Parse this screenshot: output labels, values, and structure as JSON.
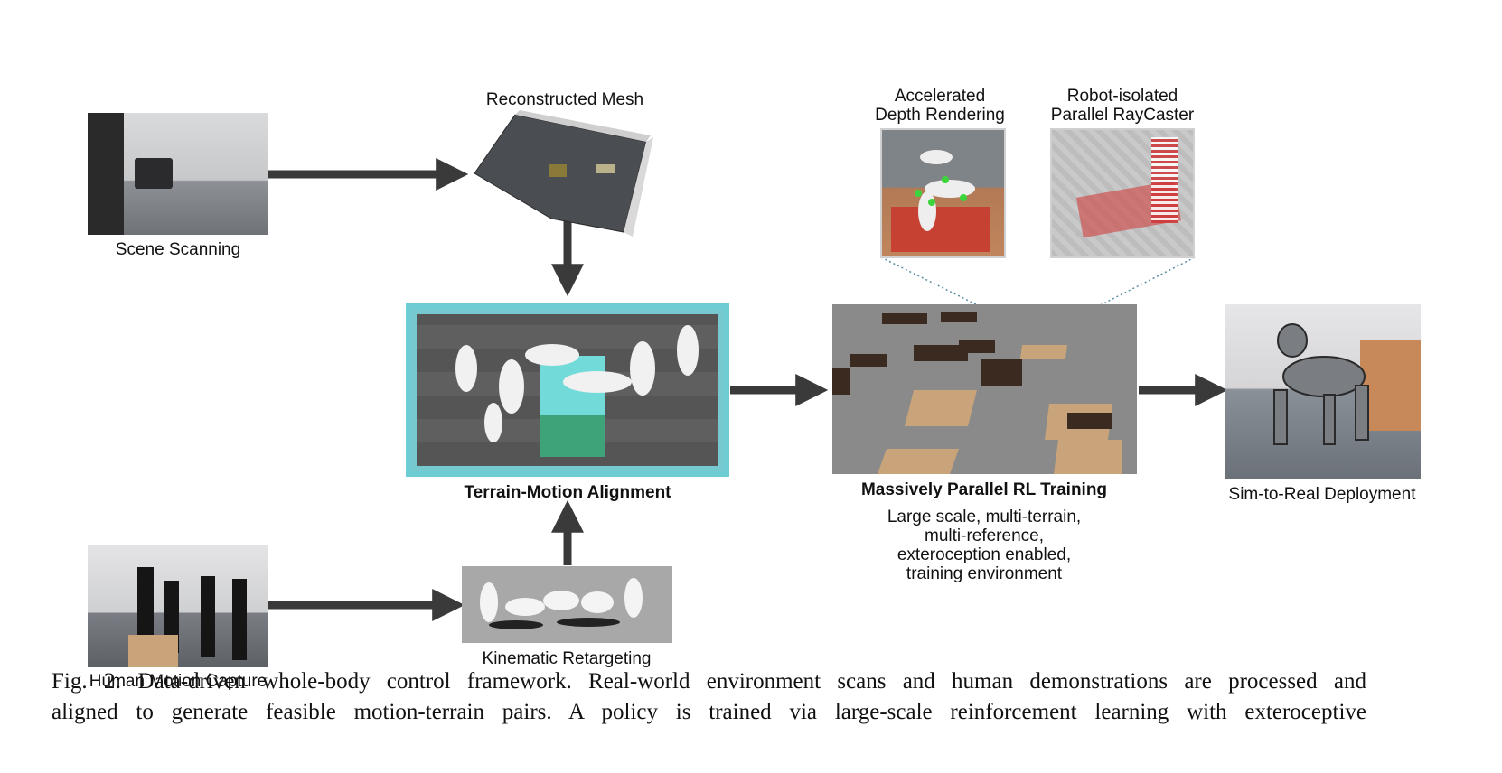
{
  "labels": {
    "scene_scanning": "Scene Scanning",
    "reconstructed_mesh": "Reconstructed Mesh",
    "accelerated_depth_line1": "Accelerated",
    "accelerated_depth_line2": "Depth Rendering",
    "robot_isolated_line1": "Robot-isolated",
    "robot_isolated_line2": "Parallel RayCaster",
    "terrain_motion_alignment": "Terrain-Motion Alignment",
    "massively_parallel": "Massively Parallel RL Training",
    "rl_desc_line1": "Large scale, multi-terrain,",
    "rl_desc_line2": "multi-reference,",
    "rl_desc_line3": "exteroception enabled,",
    "rl_desc_line4": "training environment",
    "sim_to_real": "Sim-to-Real Deployment",
    "human_motion_capture": "Human Motion Capture",
    "kinematic_retargeting": "Kinematic Retargeting"
  },
  "caption": {
    "line1": "Fig. 2: Data-driven whole-body control framework. Real-world environment scans and human demonstrations are processed and",
    "line2": "aligned to generate feasible motion-terrain pairs. A policy is trained via large-scale reinforcement learning with exteroceptive"
  },
  "colors": {
    "arrow": "#3a3a3a",
    "alignment_border": "#6ecdd4",
    "dotted_line": "#5b8fa8"
  }
}
